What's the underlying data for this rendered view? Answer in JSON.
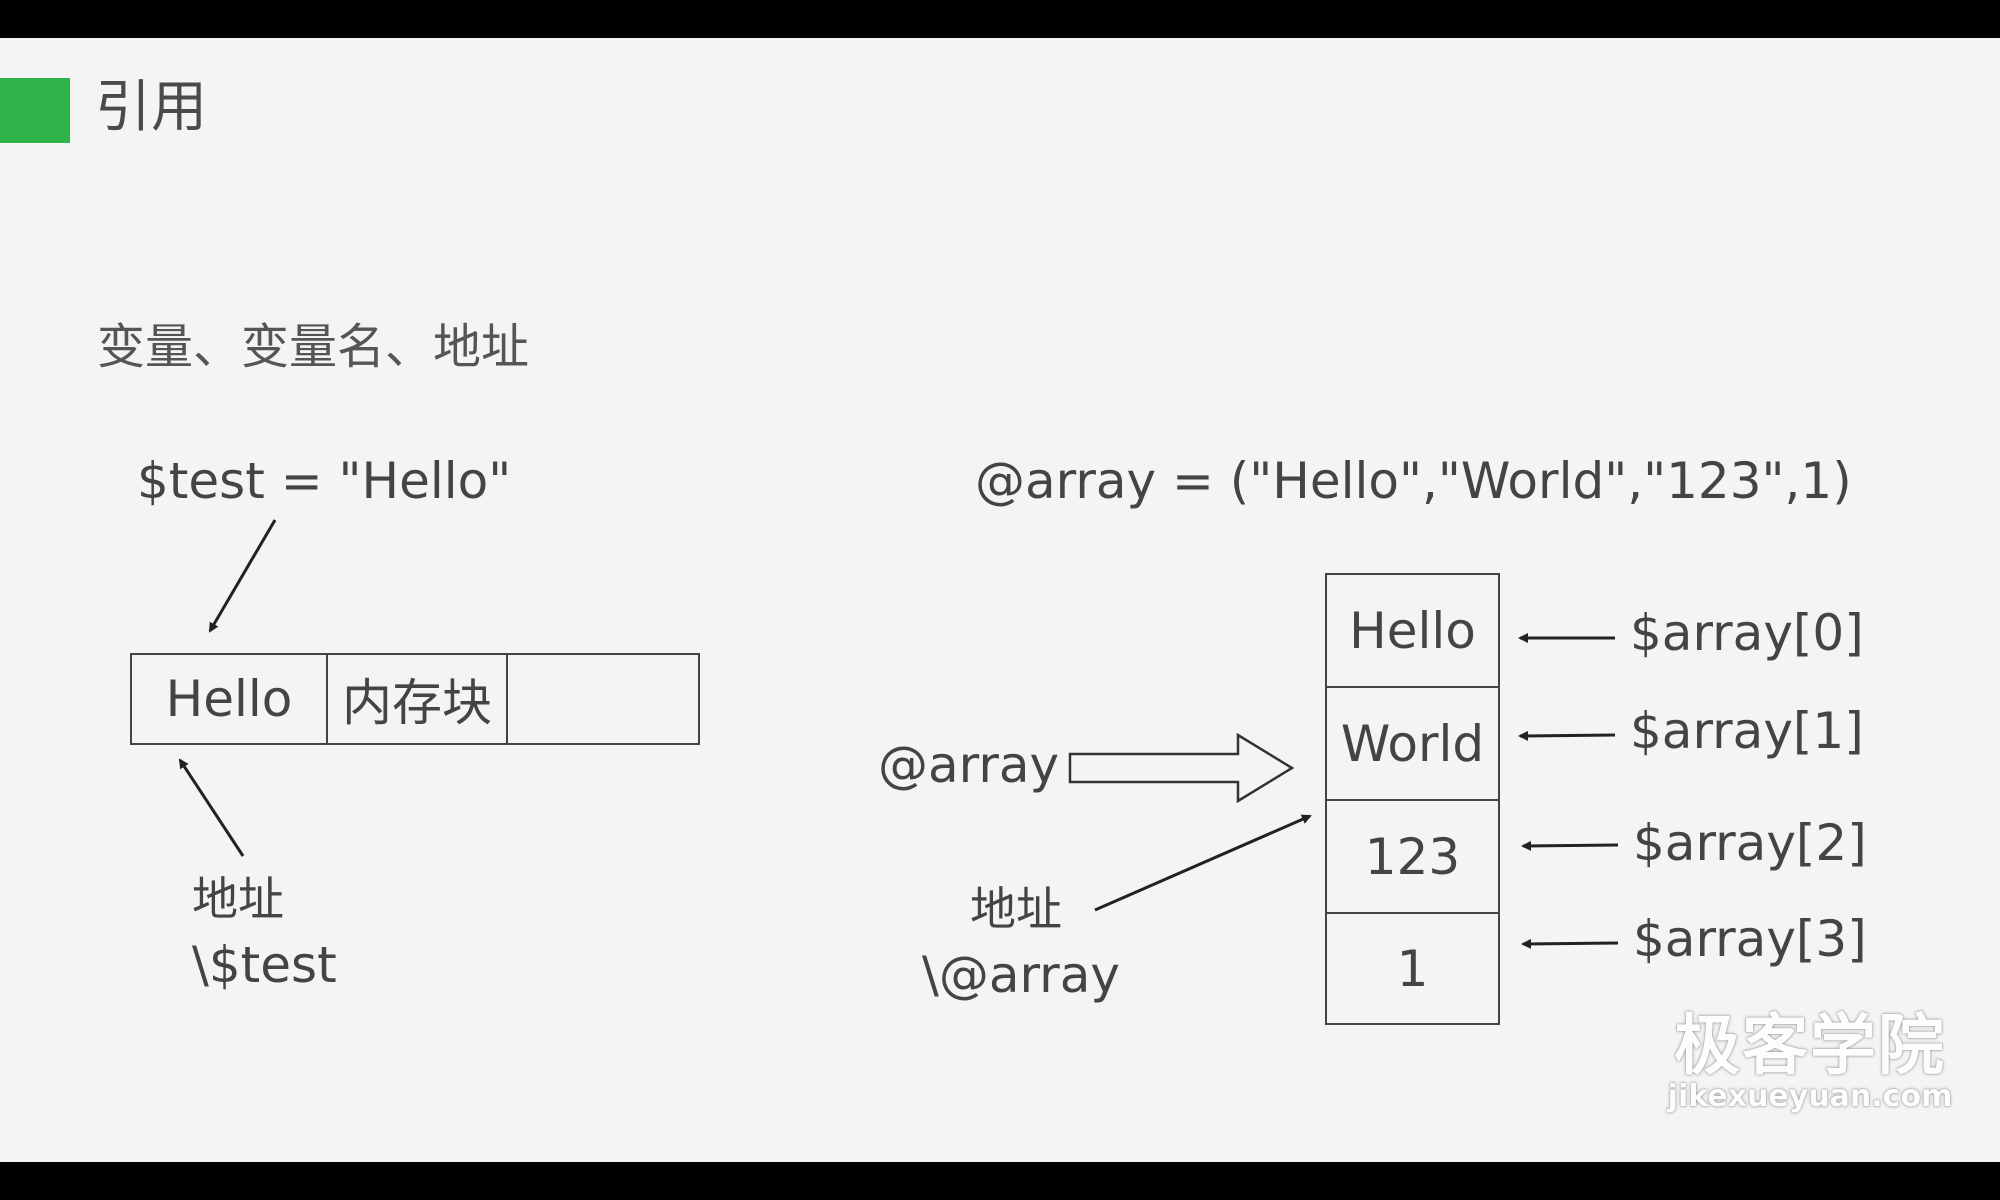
{
  "colors": {
    "accent": "#2db34a",
    "background": "#f4f4f4",
    "text": "#444444"
  },
  "slide": {
    "title": "引用",
    "subtitle": "变量、变量名、地址"
  },
  "scalar_example": {
    "assignment": "$test = \"Hello\"",
    "cells": [
      "Hello",
      "内存块",
      ""
    ],
    "address_label": "地址",
    "reference_label": "\\$test"
  },
  "array_example": {
    "assignment": "@array = (\"Hello\",\"World\",\"123\",1)",
    "array_label": "@array",
    "address_label": "地址",
    "reference_label": "\\@array",
    "cells": [
      "Hello",
      "World",
      "123",
      "1"
    ],
    "index_labels": [
      "$array[0]",
      "$array[1]",
      "$array[2]",
      "$array[3]"
    ]
  },
  "watermark": {
    "main": "极客学院",
    "sub": "jikexueyuan.com"
  }
}
